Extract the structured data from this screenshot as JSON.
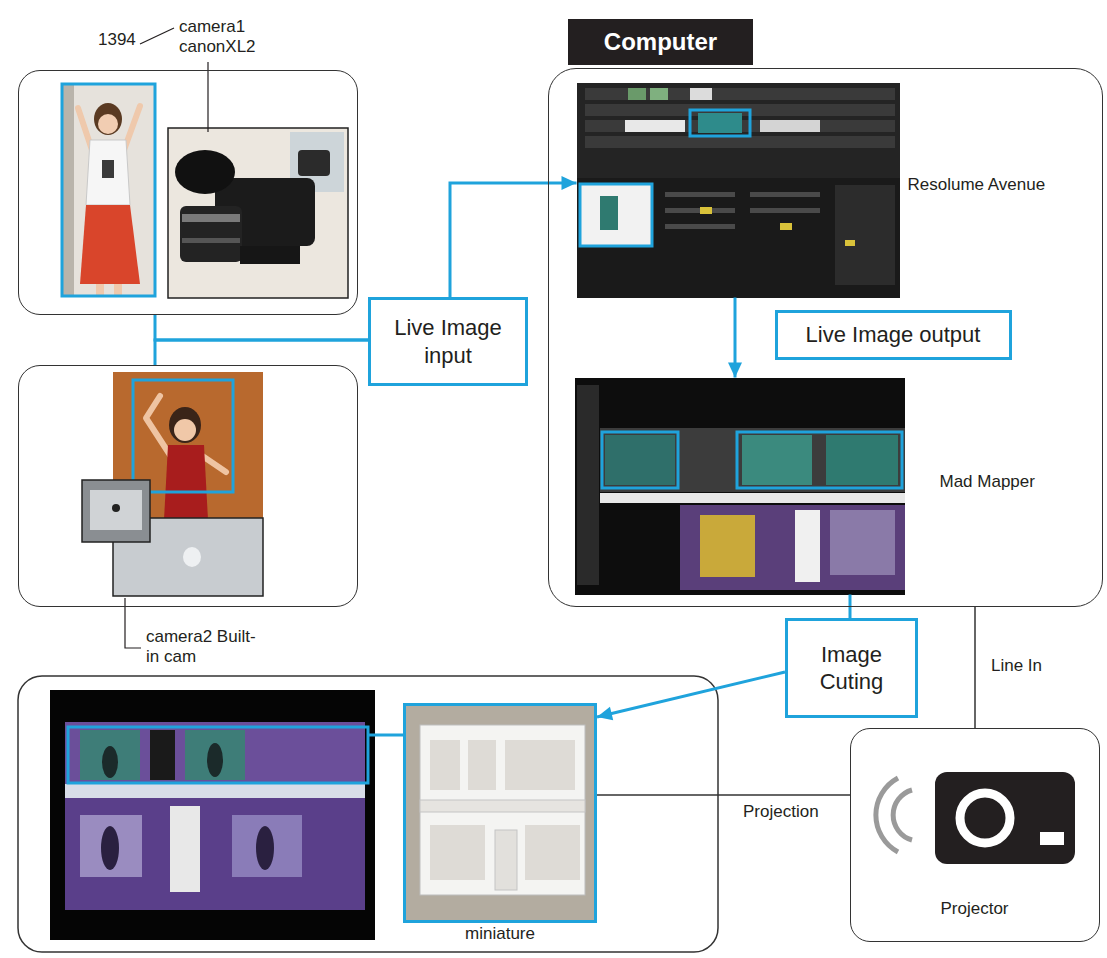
{
  "diagram": {
    "nodes": [
      {
        "text": [
          "camera1 canonXL2"
        ]
      },
      {
        "text": [
          "camera2 Built-in cam"
        ]
      },
      {
        "text": [
          "Live Image input"
        ]
      },
      {
        "text": [
          "Computer"
        ]
      },
      {
        "text": [
          "Resolume Avenue"
        ],
        "in": 3
      },
      {
        "text": [
          "Live Image output"
        ],
        "in": 3
      },
      {
        "text": [
          "Mad Mapper"
        ],
        "in": 3
      },
      {
        "text": [
          "Image Cuting"
        ]
      },
      {
        "text": [
          "Projector"
        ]
      },
      {
        "text": [
          "miniature"
        ]
      }
    ],
    "edges": [
      {
        "from": 0,
        "to": 2,
        "arrow": "none"
      },
      {
        "from": 1,
        "to": 2,
        "arrow": "none"
      },
      {
        "from": 2,
        "to": 4,
        "arrow": "to"
      },
      {
        "from": 4,
        "to": 6,
        "arrow": "to"
      },
      {
        "from": 6,
        "to": 7,
        "arrow": "none"
      },
      {
        "from": 7,
        "to": 9,
        "arrow": "to"
      },
      {
        "from": 3,
        "to": 8,
        "label": "Line In",
        "arrow": "none"
      },
      {
        "from": 8,
        "to": 9,
        "label": "Projection",
        "arrow": "none"
      }
    ],
    "labels": [
      "1394"
    ]
  }
}
